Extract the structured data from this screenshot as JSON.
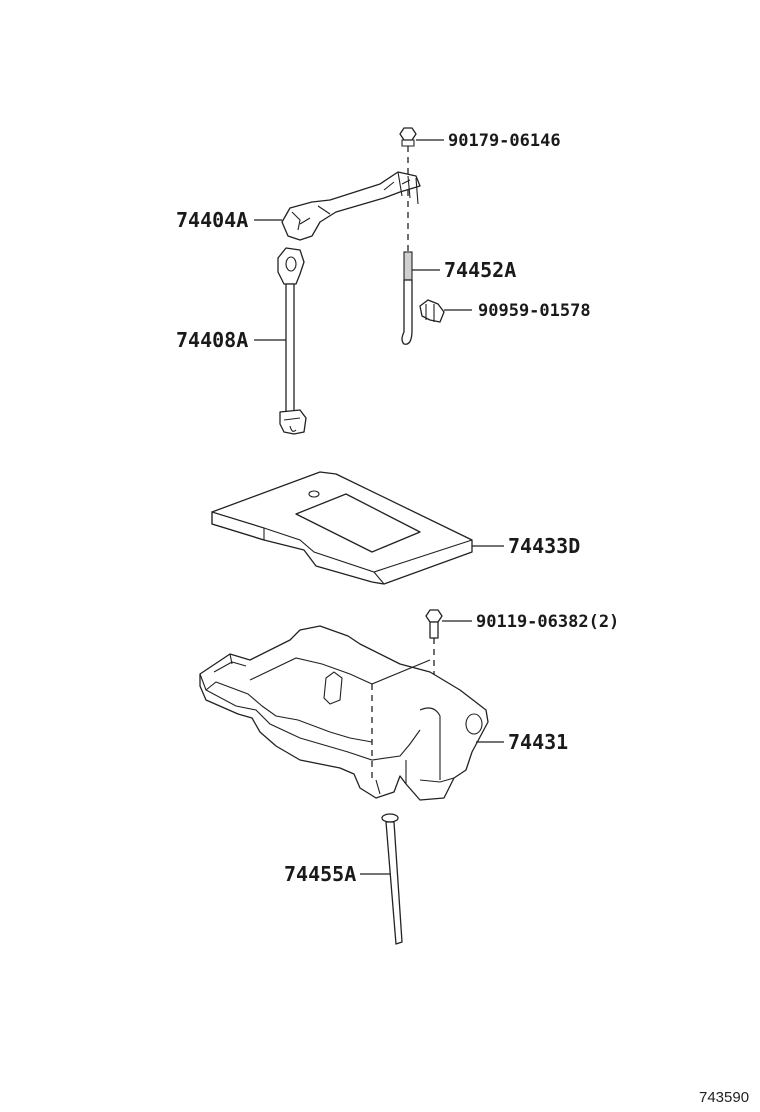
{
  "parts": {
    "bolt_top": "90179-06146",
    "hold_down_clamp": "74404A",
    "hold_down_bolt_right": "74452A",
    "clip": "90959-01578",
    "hold_down_bolt_left": "74408A",
    "battery_tray_plate": "74433D",
    "bolt_tray": "90119-06382(2)",
    "battery_carrier": "74431",
    "long_bolt": "74455A"
  },
  "diagram_id": "743590"
}
